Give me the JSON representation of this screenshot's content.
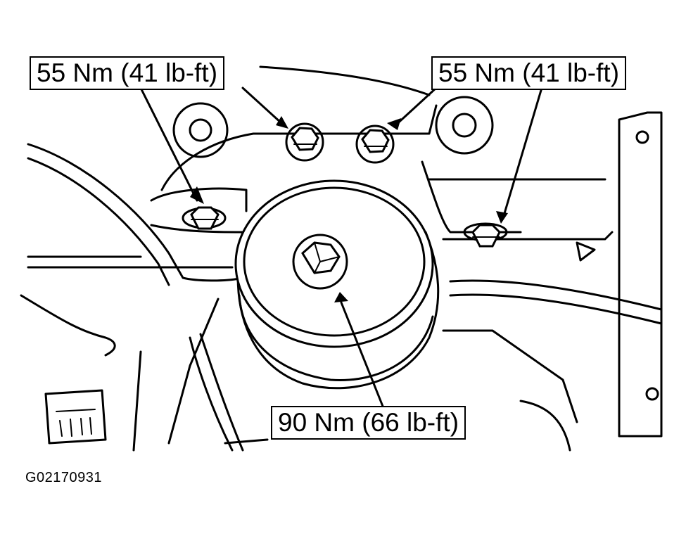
{
  "callouts": {
    "top_left": "55 Nm (41 lb-ft)",
    "top_right": "55 Nm (41 lb-ft)",
    "bottom": "90 Nm (66 lb-ft)"
  },
  "figure_id": "G02170931",
  "colors": {
    "line": "#000000",
    "background": "#ffffff"
  }
}
